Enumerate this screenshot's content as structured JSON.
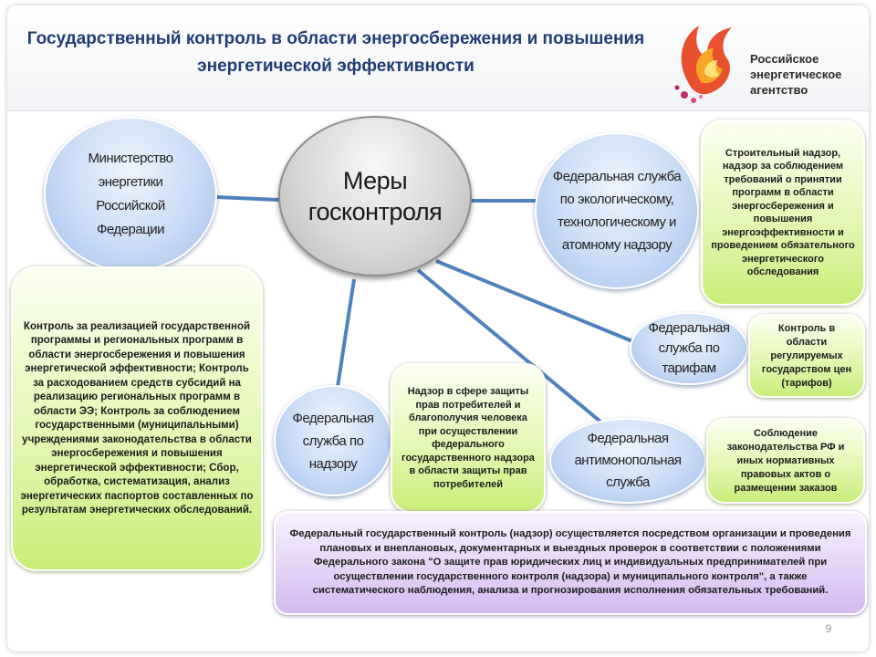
{
  "header": {
    "title": "Государственный  контроль в области энергосбережения и повышения энергетической эффективности",
    "logo": {
      "line1": "Российское",
      "line2": "энергетическое",
      "line3": "агентство"
    }
  },
  "diagram": {
    "center": "Меры госконтроля",
    "nodes": {
      "ministry": "Министерство энергетики Российской Федерации",
      "ecology": "Федеральная служба по экологическому, технологическому и атомному надзору",
      "tariffs": "Федеральная служба по тарифам",
      "antimonopoly": "Федеральная антимонопольная служба",
      "supervision": "Федеральная служба по надзору"
    },
    "boxes": {
      "ministry_duties": "Контроль за реализацией государственной программы и региональных программ в области энергосбережения и повышения энергетической эффективности; Контроль за расходованием средств субсидий на реализацию региональных программ в области ЭЭ; Контроль за соблюдением государственными (муниципальными) учреждениями законодательства в области энергосбережения и повышения энергетической эффективности; Сбор, обработка, систематизация, анализ энергетических паспортов составленных по результатам энергетических обследований.",
      "ecology_duties": "Строительный надзор, надзор за соблюдением требований о принятии программ в области энергосбережения и повышения энергоэффективности и проведением обязательного энергетического обследования",
      "tariffs_duties": "Контроль в области регулируемых государством цен (тарифов)",
      "antimonopoly_duties": "Соблюдение законодательства РФ и иных нормативных правовых актов о размещении заказов",
      "supervision_duties": "Надзор в сфере защиты прав потребителей и благополучия человека при осуществлении федерального государственного надзора в области защиты прав потребителей",
      "federal_note": "Федеральный государственный контроль (надзор) осуществляется посредством организации и проведения плановых и внеплановых, документарных и выездных проверок в соответствии с положениями Федерального закона \"О защите прав юридических лиц и индивидуальных предпринимателей при осуществлении государственного контроля (надзора) и муниципального контроля\", а также систематического наблюдения, анализа и прогнозирования исполнения обязательных требований."
    }
  },
  "footer": {
    "page_number": "9"
  },
  "colors": {
    "title": "#1f3c73",
    "connector": "#4f81bd",
    "node_fill": "#c9dcf6",
    "green_box": "#d9f39a",
    "violet_box": "#e0ccf5"
  },
  "icons": {
    "logo": "phoenix-bird-logo"
  }
}
